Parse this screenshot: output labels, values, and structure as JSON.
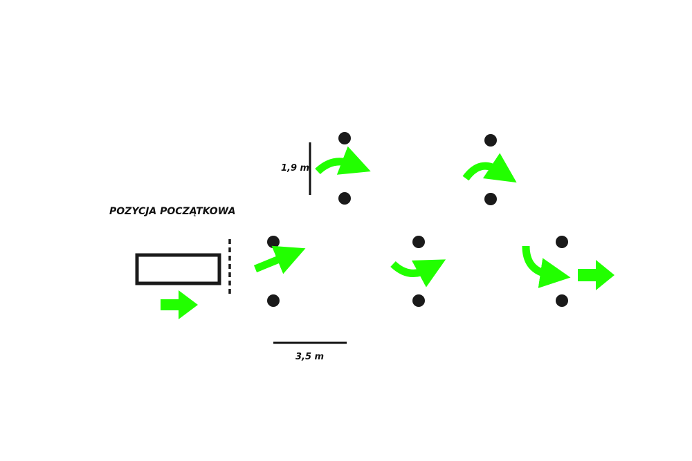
{
  "labels": {
    "start_position": "POZYCJA POCZĄTKOWA",
    "height": "1,9 m",
    "width": "3,5 m"
  },
  "colors": {
    "arrow": "#22ff00",
    "ink": "#1a1a1a",
    "background": "#ffffff"
  },
  "gates": 5,
  "arrows": 7
}
